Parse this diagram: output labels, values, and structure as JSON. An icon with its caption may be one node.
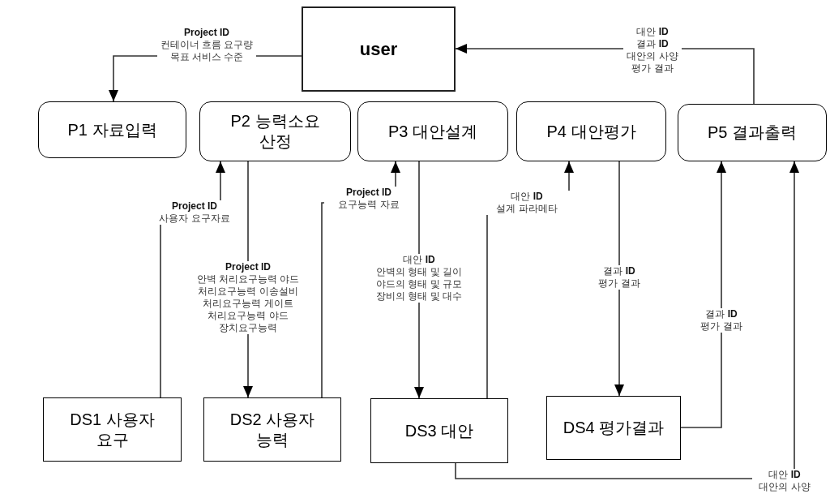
{
  "diagram": {
    "nodes": [
      {
        "text": [
          "user"
        ]
      },
      {
        "text": [
          "P1 자료입력"
        ]
      },
      {
        "text": [
          "P2 능력소요 산정"
        ]
      },
      {
        "text": [
          "P3 대안설계"
        ]
      },
      {
        "text": [
          "P4 대안평가"
        ]
      },
      {
        "text": [
          "P5 결과출력"
        ]
      },
      {
        "text": [
          "DS1 사용자 요구"
        ]
      },
      {
        "text": [
          "DS2 사용자 능력"
        ]
      },
      {
        "text": [
          "DS3 대안"
        ]
      },
      {
        "text": [
          "DS4 평가결과"
        ]
      }
    ],
    "edges": [
      {
        "from": 0,
        "to": 1,
        "arrow": "to",
        "label": "**Project ID** 컨테이너 흐름 요구량 목표 서비스 수준"
      },
      {
        "from": 6,
        "to": 2,
        "arrow": "to",
        "label": "**Project ID** 사용자 요구자료"
      },
      {
        "from": 2,
        "to": 7,
        "arrow": "to",
        "label": "**Project ID** 안벽 처리요구능력 야드 처리요구능력 이송설비 처리요구능력 게이트 처리요구능력 야드 장치요구능력"
      },
      {
        "from": 7,
        "to": 3,
        "arrow": "to",
        "label": "**Project ID** 요구능력 자료"
      },
      {
        "from": 3,
        "to": 8,
        "arrow": "to",
        "label": "대안 **ID** 안벽의 형태 및 길이 야드의 형태 및 규모 장비의 형태 및 대수"
      },
      {
        "from": 8,
        "to": 4,
        "arrow": "to",
        "label": "대안 **ID** 설계 파라메타"
      },
      {
        "from": 4,
        "to": 9,
        "arrow": "to",
        "label": "결과 **ID** 평가 결과"
      },
      {
        "from": 9,
        "to": 5,
        "arrow": "to",
        "label": "결과 **ID** 평가 결과"
      },
      {
        "from": 8,
        "to": 5,
        "arrow": "to",
        "label": "대안 **ID** 대안의 사양"
      },
      {
        "from": 5,
        "to": 0,
        "arrow": "to",
        "label": "대안 **ID** 결과 **ID** 대안의 사양 평가 결과"
      }
    ]
  }
}
